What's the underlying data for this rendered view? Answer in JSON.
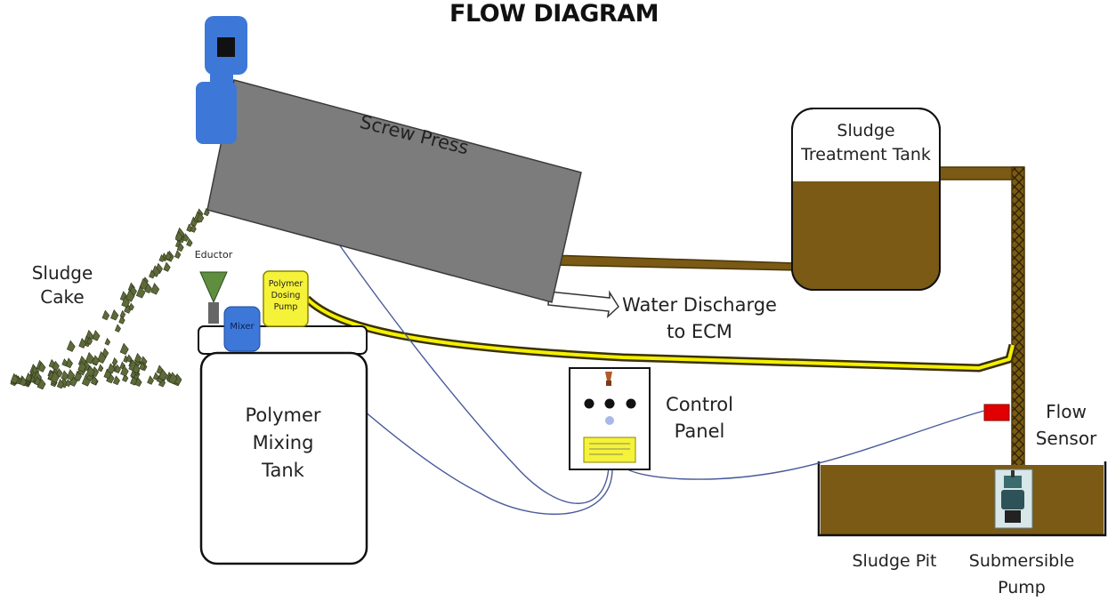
{
  "title": "FLOW DIAGRAM",
  "labels": {
    "screw_press": "Screw Press",
    "sludge_treatment_tank": [
      "Sludge",
      "Treatment Tank"
    ],
    "sludge_cake": [
      "Sludge",
      "Cake"
    ],
    "eductor": "Eductor",
    "polymer_dosing_pump": [
      "Polymer",
      "Dosing",
      "Pump"
    ],
    "mixer": "Mixer",
    "polymer_mixing_tank": [
      "Polymer",
      "Mixing",
      "Tank"
    ],
    "water_discharge": [
      "Water Discharge",
      "to ECM"
    ],
    "control_panel": [
      "Control",
      "Panel"
    ],
    "flow_sensor": [
      "Flow",
      "Sensor"
    ],
    "sludge_pit": "Sludge Pit",
    "submersible_pump": [
      "Submersible",
      "Pump"
    ]
  },
  "colors": {
    "sludge": "#7a5a14",
    "sludge_dark": "#4a3608",
    "press_body": "#7c7c7c",
    "motor": "#3d78d8",
    "eductor": "#5f8f3e",
    "polymer_line": "#f4f000",
    "pump_yellow": "#f5f23a",
    "cable": "#4a5a9a",
    "sensor": "#e00000",
    "cake": "#5d6a3a"
  }
}
